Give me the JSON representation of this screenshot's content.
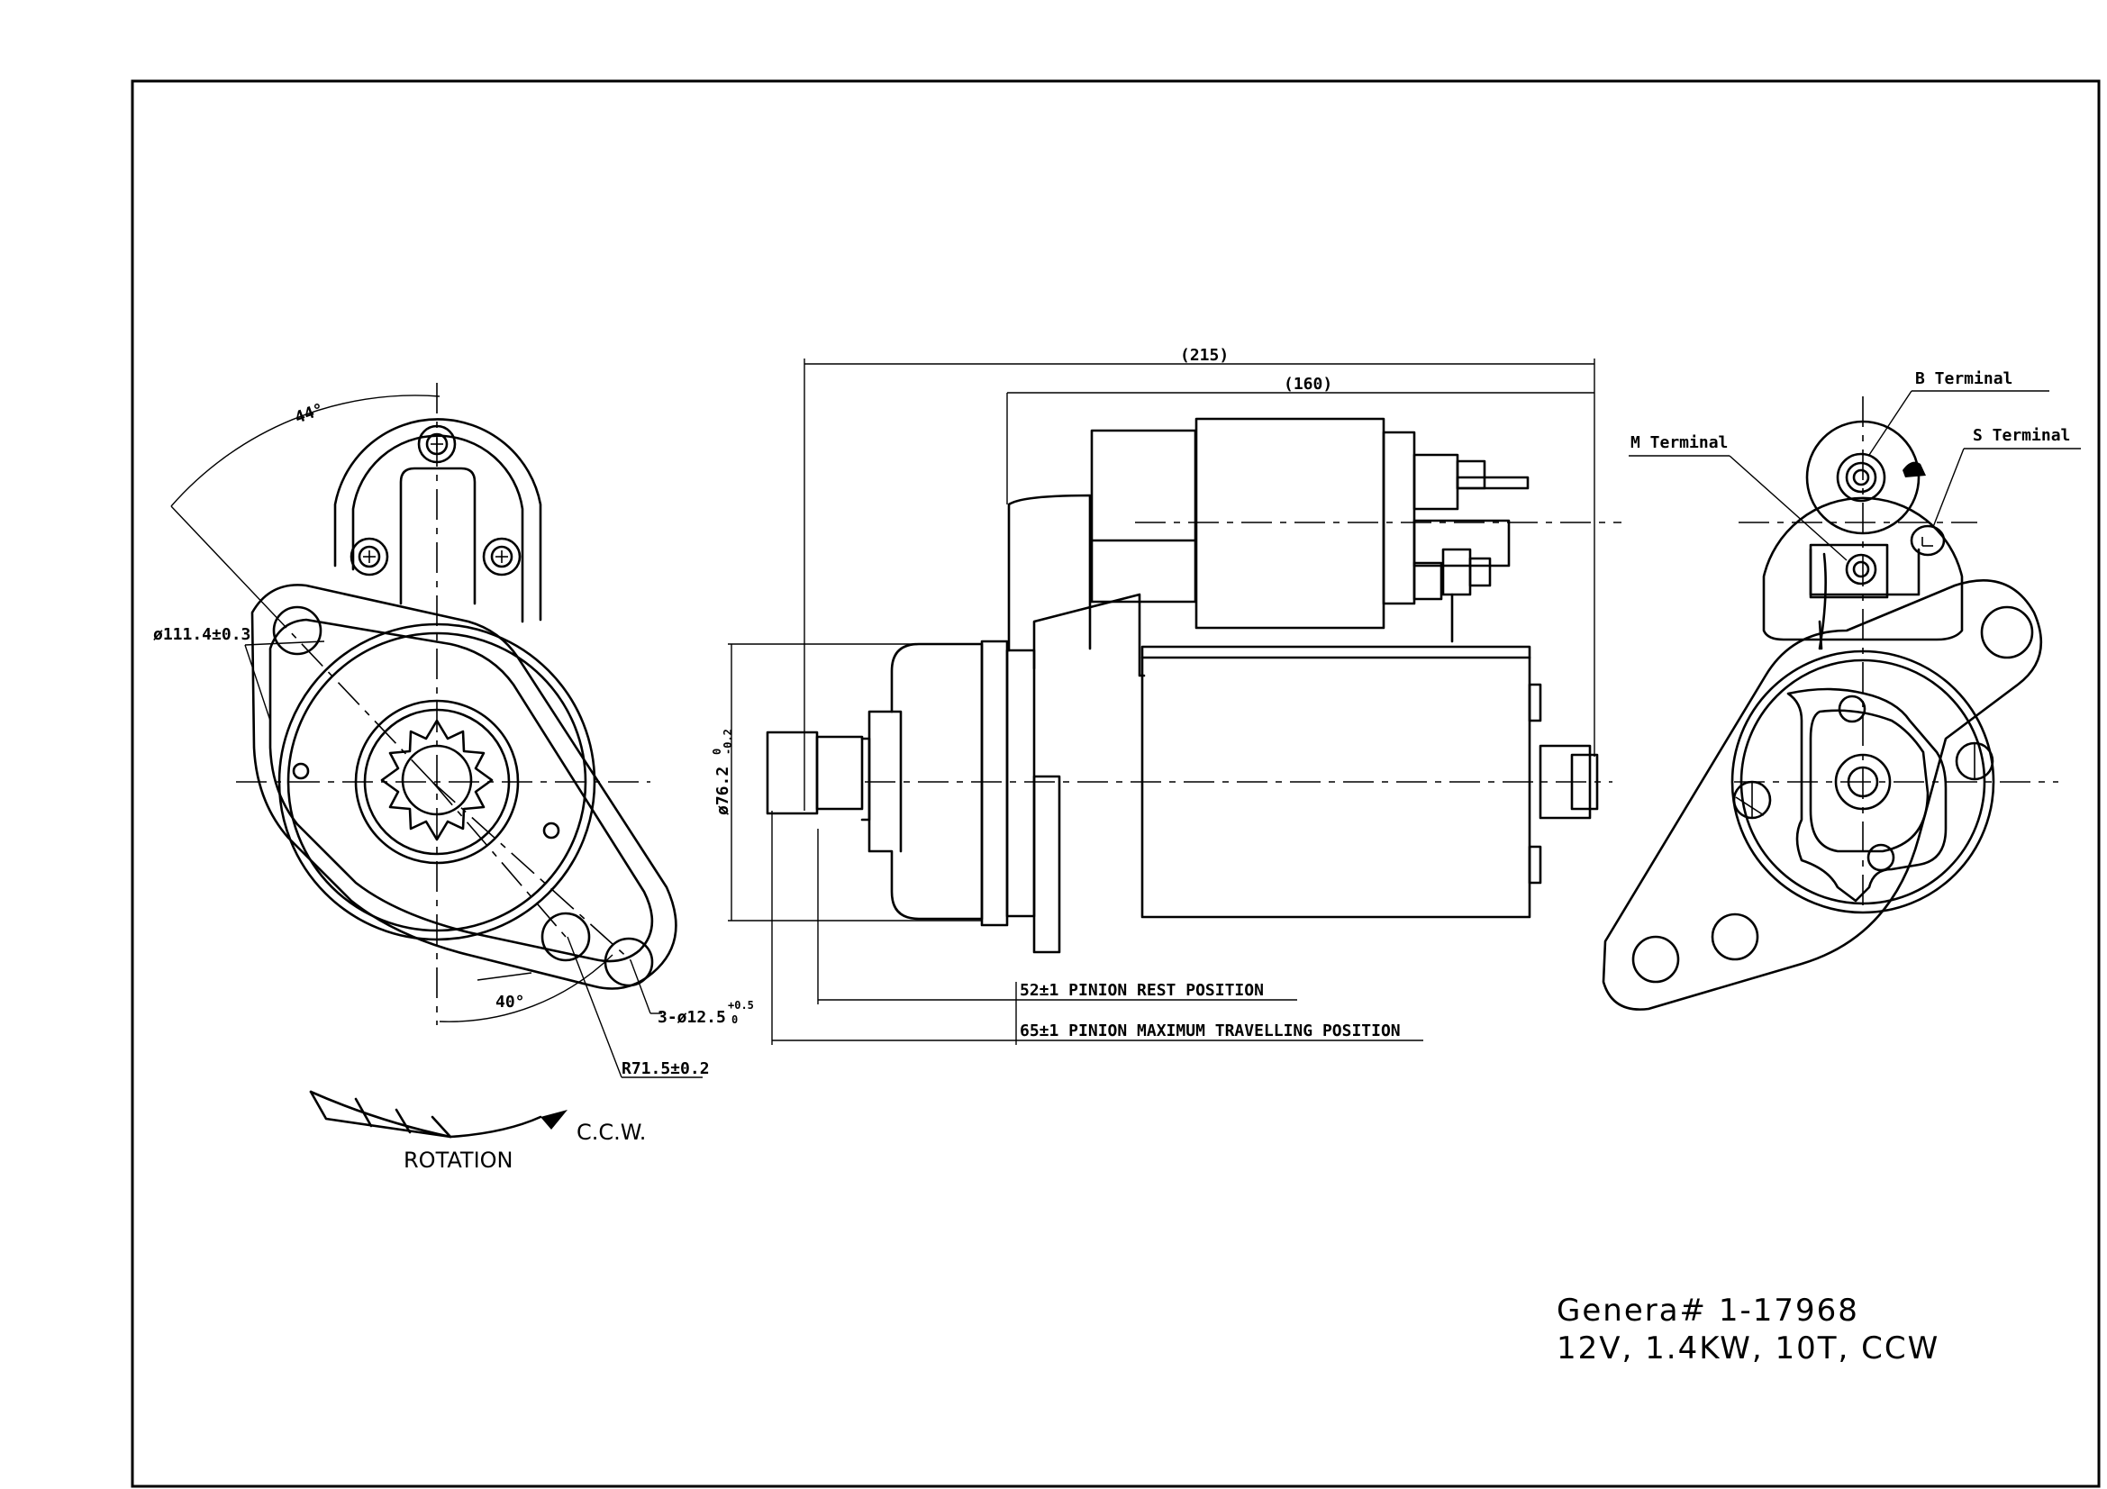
{
  "front_view": {
    "angle_top": "44°",
    "diameter_bolt_circle": "ø111.4±0.3",
    "angle_bottom": "40°",
    "holes": "3-ø12.5",
    "holes_tol_upper": "+0.5",
    "holes_tol_lower": "0",
    "radius": "R71.5±0.2",
    "rotation_direction": "C.C.W.",
    "rotation_label": "ROTATION"
  },
  "side_view": {
    "length_overall": "(215)",
    "length_body": "(160)",
    "pilot_diameter": "ø76.2",
    "pilot_tol_upper": "0",
    "pilot_tol_lower": "-0.2",
    "pinion_rest": "52±1 PINION REST POSITION",
    "pinion_travel": "65±1 PINION MAXIMUM TRAVELLING POSITION"
  },
  "rear_view": {
    "b_terminal": "B Terminal",
    "m_terminal": "M Terminal",
    "s_terminal": "S Terminal"
  },
  "title_block": {
    "part_number": "Genera# 1-17968",
    "spec": "12V, 1.4KW, 10T, CCW"
  }
}
